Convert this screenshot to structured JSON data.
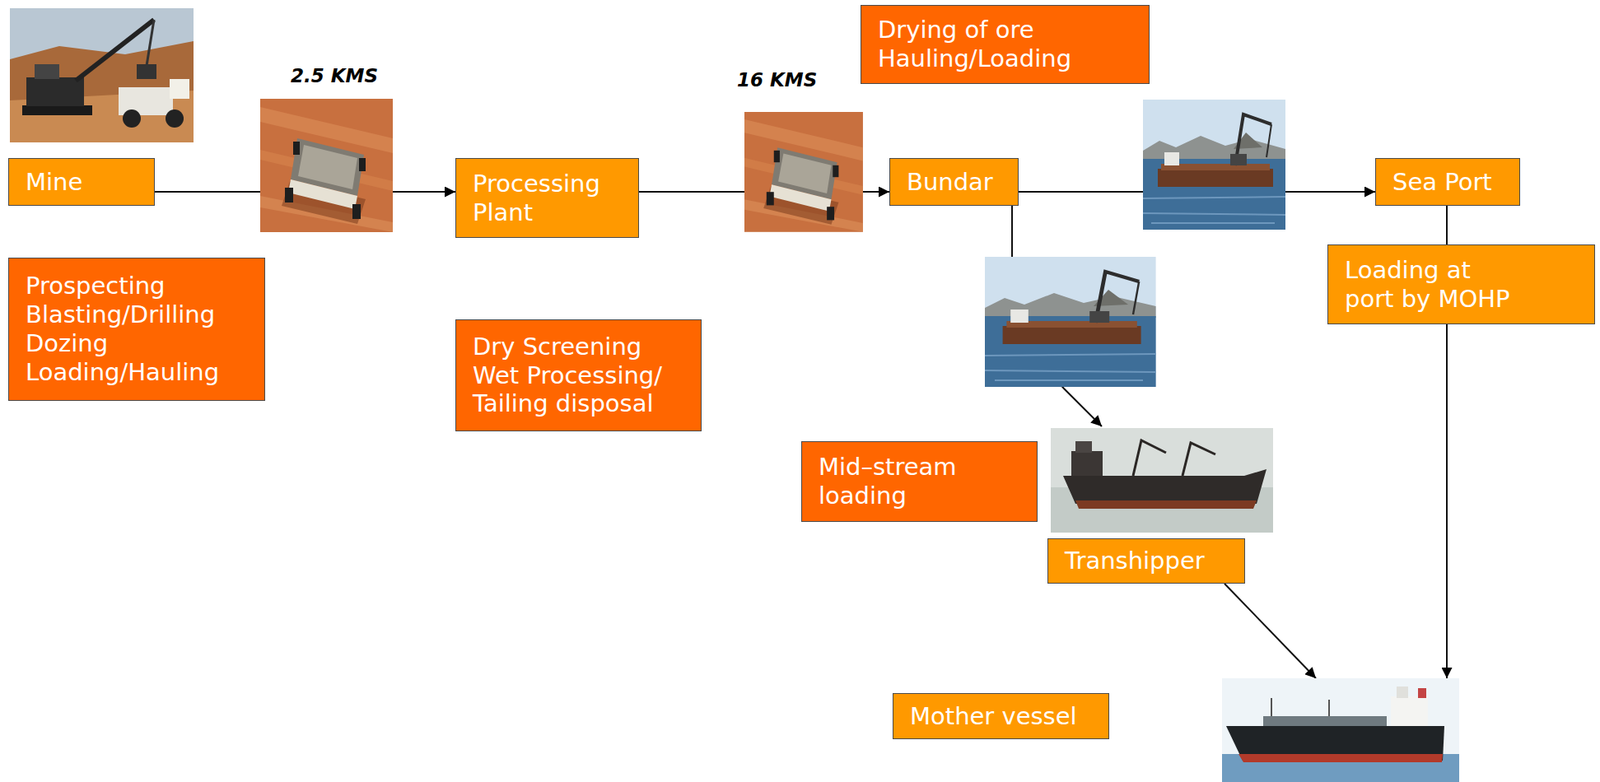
{
  "diagram": {
    "nodes": [
      {
        "text": [
          "Mine"
        ]
      },
      {
        "text": [
          "Prospecting",
          "Blasting/Drilling",
          "Dozing",
          "Loading/Hauling"
        ]
      },
      {
        "text": [
          "Processing Plant"
        ]
      },
      {
        "text": [
          "Dry Screening",
          "Wet Processing/ Tailing disposal"
        ]
      },
      {
        "text": [
          "Bundar"
        ]
      },
      {
        "text": [
          "Drying of ore",
          "Hauling/Loading"
        ]
      },
      {
        "text": [
          "Sea Port"
        ]
      },
      {
        "text": [
          "Loading at port by MOHP"
        ]
      },
      {
        "text": [
          "Mid–stream loading"
        ]
      },
      {
        "text": [
          "Transhipper"
        ]
      },
      {
        "text": [
          "Mother vessel"
        ]
      }
    ],
    "edges": [
      {
        "from": 0,
        "to": 2,
        "arrow": "to"
      },
      {
        "from": 2,
        "to": 4,
        "arrow": "to"
      },
      {
        "from": 4,
        "to": 6,
        "arrow": "to"
      },
      {
        "from": 4,
        "to": 9,
        "arrow": "to"
      },
      {
        "from": 6,
        "to": 7,
        "arrow": "none"
      },
      {
        "from": 7,
        "to": 10,
        "arrow": "to"
      },
      {
        "from": 9,
        "to": 10,
        "arrow": "to"
      }
    ],
    "labels": [
      "2.5 KMS",
      "16 KMS"
    ]
  }
}
